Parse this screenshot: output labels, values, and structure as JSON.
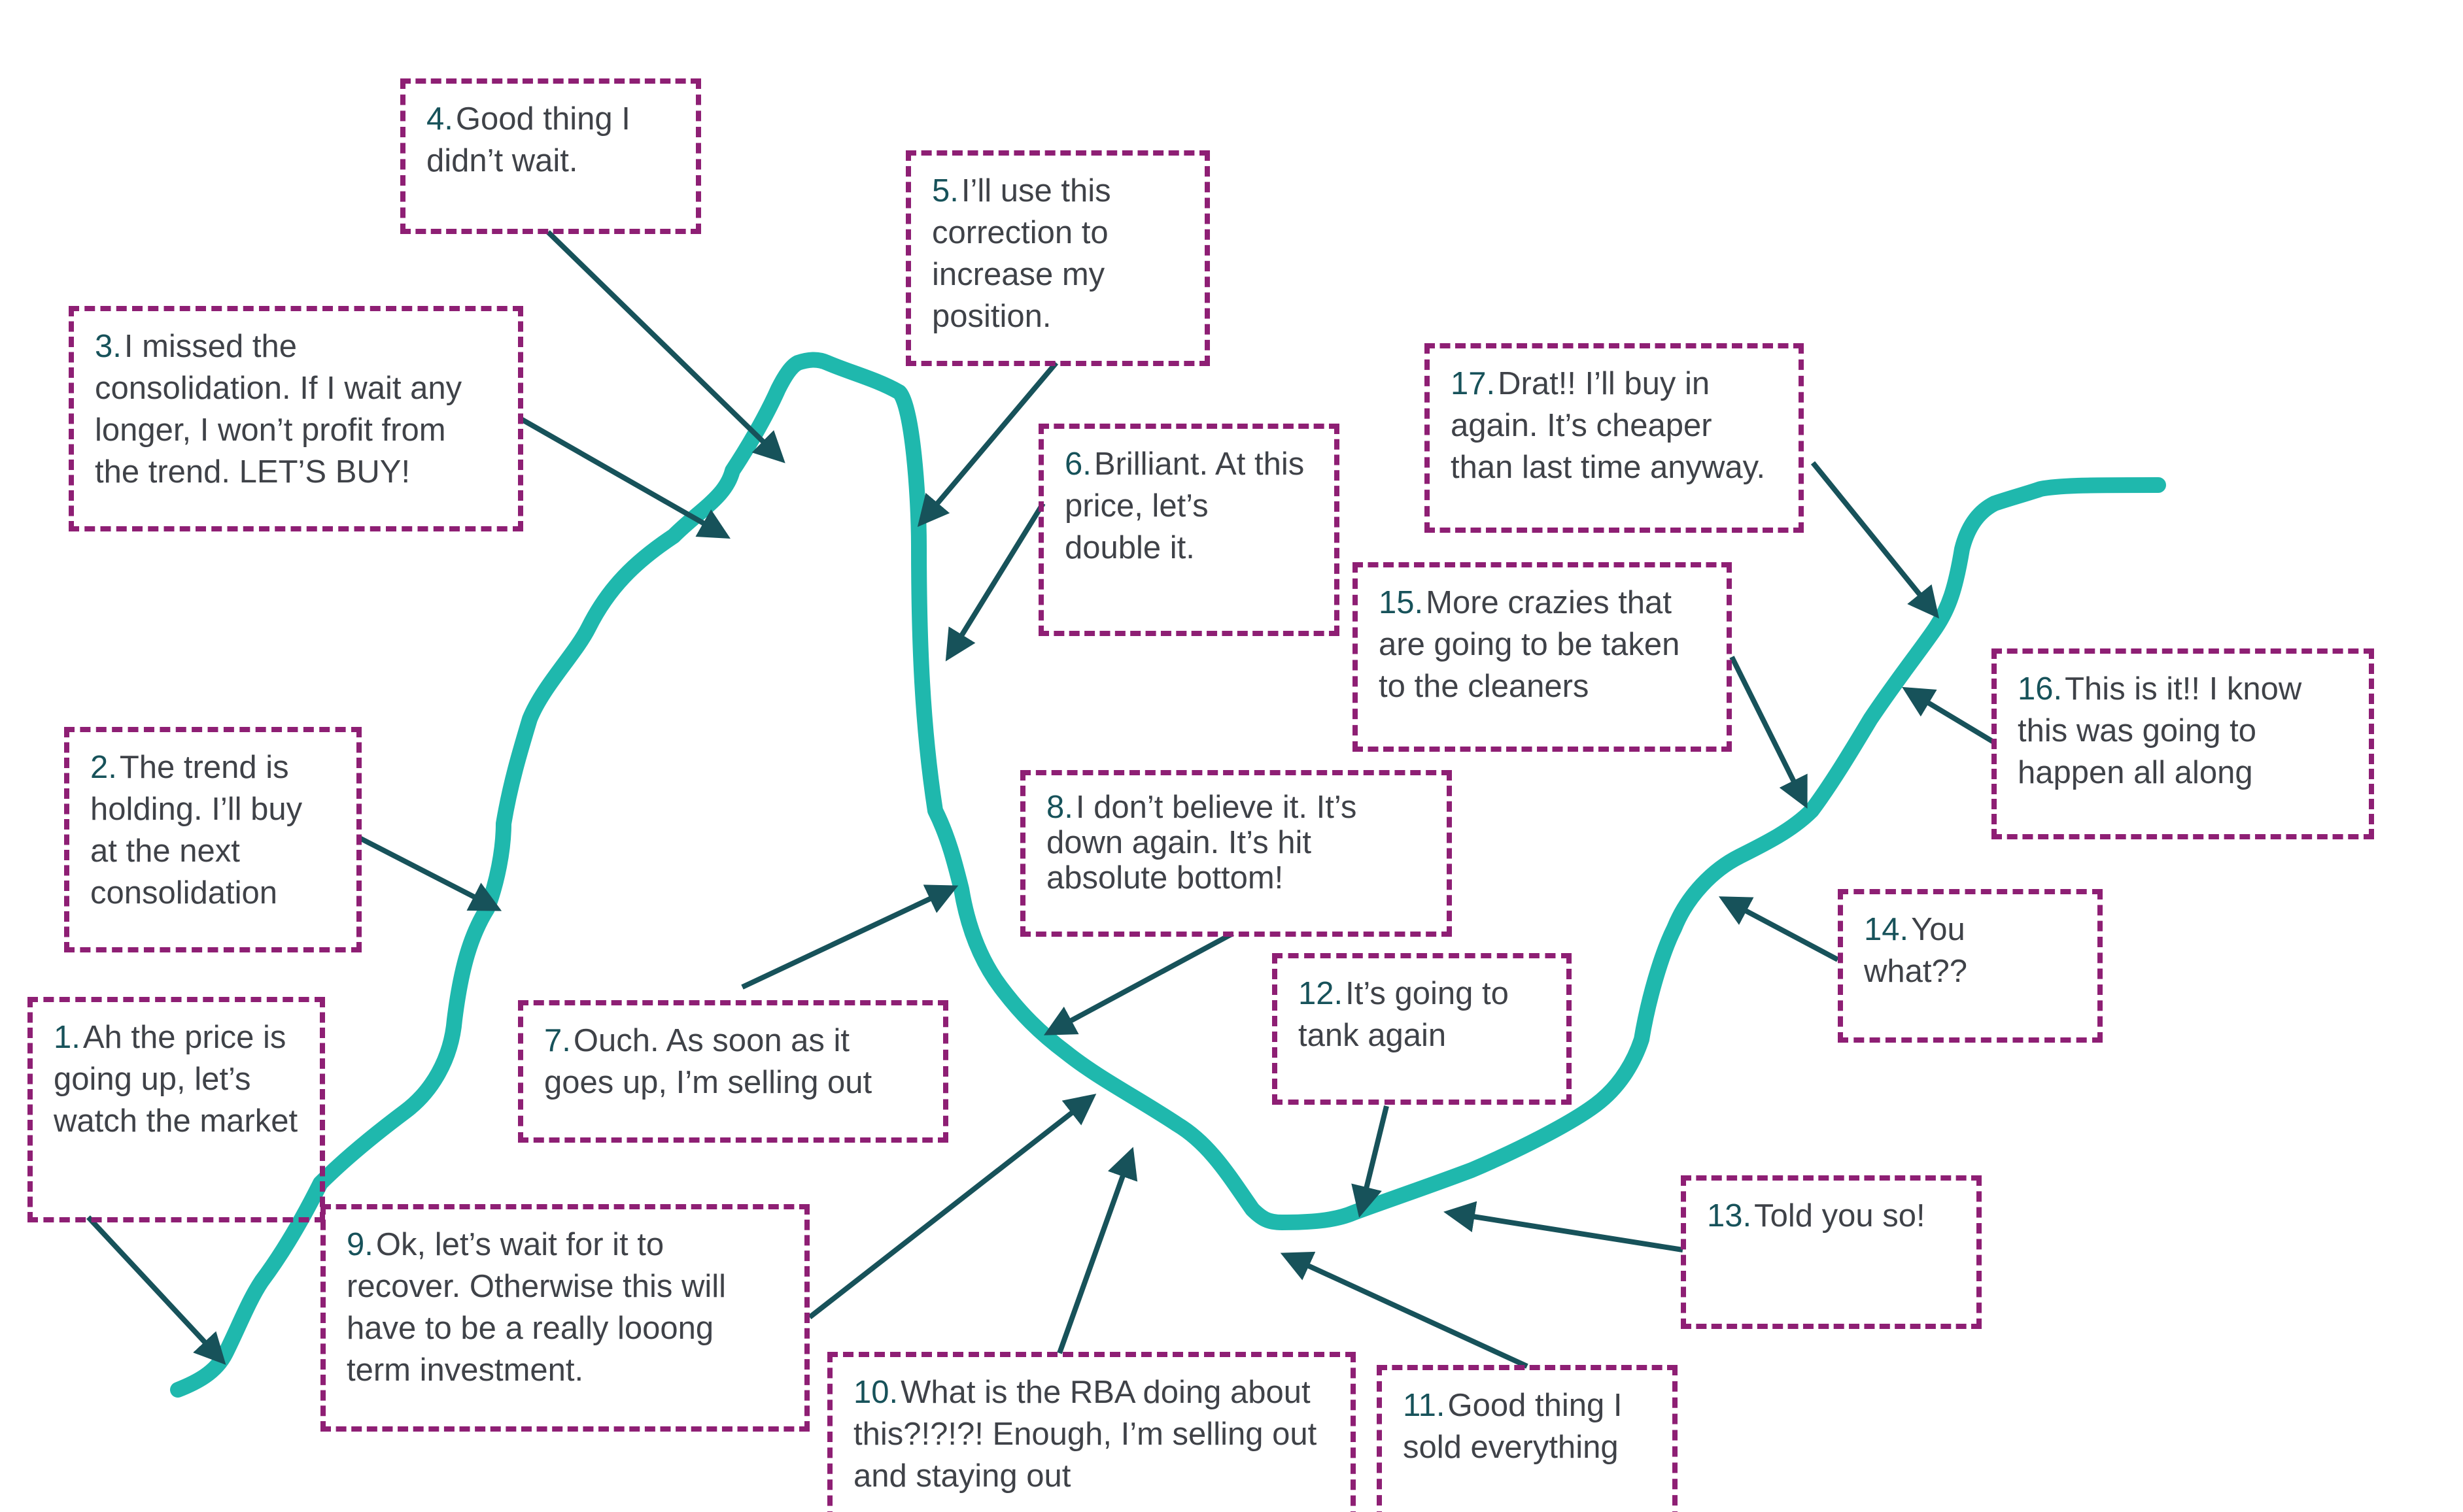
{
  "colors": {
    "curve": "#1fb8ad",
    "arrow": "#17525a",
    "box_border": "#8e1f74",
    "number": "#17525a",
    "text": "#3f4248"
  },
  "callouts": [
    {
      "num": "1.",
      "text": "Ah the price is going up, let’s watch the market"
    },
    {
      "num": "2.",
      "text": "The trend is holding. I’ll buy at the next consolidation"
    },
    {
      "num": "3.",
      "text": "I missed the consolidation. If I wait any longer, I won’t profit from the trend. LET’S BUY!"
    },
    {
      "num": "4.",
      "text": "Good thing I didn’t wait."
    },
    {
      "num": "5.",
      "text": "I’ll use this correction to increase my position."
    },
    {
      "num": "6.",
      "text": "Brilliant. At this price, let’s double it."
    },
    {
      "num": "7.",
      "text": "Ouch. As soon as it goes up, I’m selling out"
    },
    {
      "num": "8.",
      "text": "I don’t believe it. It’s down again. It’s hit absolute bottom!"
    },
    {
      "num": "9.",
      "text": "Ok, let’s wait for it to recover. Otherwise this will have to be a really looong term investment."
    },
    {
      "num": "10.",
      "text": "What is the RBA doing about this?!?!?! Enough, I’m selling out and staying out"
    },
    {
      "num": "11.",
      "text": "Good thing I sold everything"
    },
    {
      "num": "12.",
      "text": "It’s going to tank again"
    },
    {
      "num": "13.",
      "text": "Told you so!"
    },
    {
      "num": "14.",
      "text": "You what??"
    },
    {
      "num": "15.",
      "text": "More crazies that are going to be taken to the cleaners"
    },
    {
      "num": "16.",
      "text": "This is it!! I know this was going to happen all along"
    },
    {
      "num": "17.",
      "text": "Drat!! I’ll buy in again. It’s cheaper than last time anyway."
    }
  ]
}
